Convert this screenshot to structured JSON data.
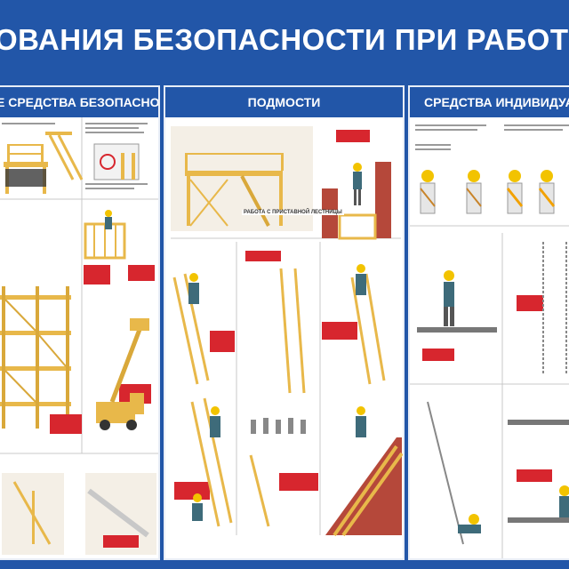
{
  "poster": {
    "title": "ОВАНИЯ БЕЗОПАСНОСТИ ПРИ РАБОТЕ НА ВЫС",
    "panels": [
      {
        "title": "Е СРЕДСТВА БЕЗОПАСНОСТИ"
      },
      {
        "title": "ПОДМОСТИ",
        "subheading": "РАБОТА С ПРИСТАВНОЙ ЛЕСТНИЦЫ"
      },
      {
        "title": "СРЕДСТВА ИНДИВИДУАЛЬН"
      }
    ]
  },
  "colors": {
    "background": "#2256a8",
    "panel_head": "#2256a8",
    "scaffold": "#e8b84a",
    "worker_shirt": "#3e6b7a",
    "helmet": "#f2c300",
    "warning": "#d7262e",
    "brick": "#b5483a",
    "cell_background": "#f4efe6"
  },
  "icons": [
    "helmet-icon",
    "ladder-icon",
    "scaffold-icon",
    "harness-icon",
    "warning-box-icon"
  ]
}
